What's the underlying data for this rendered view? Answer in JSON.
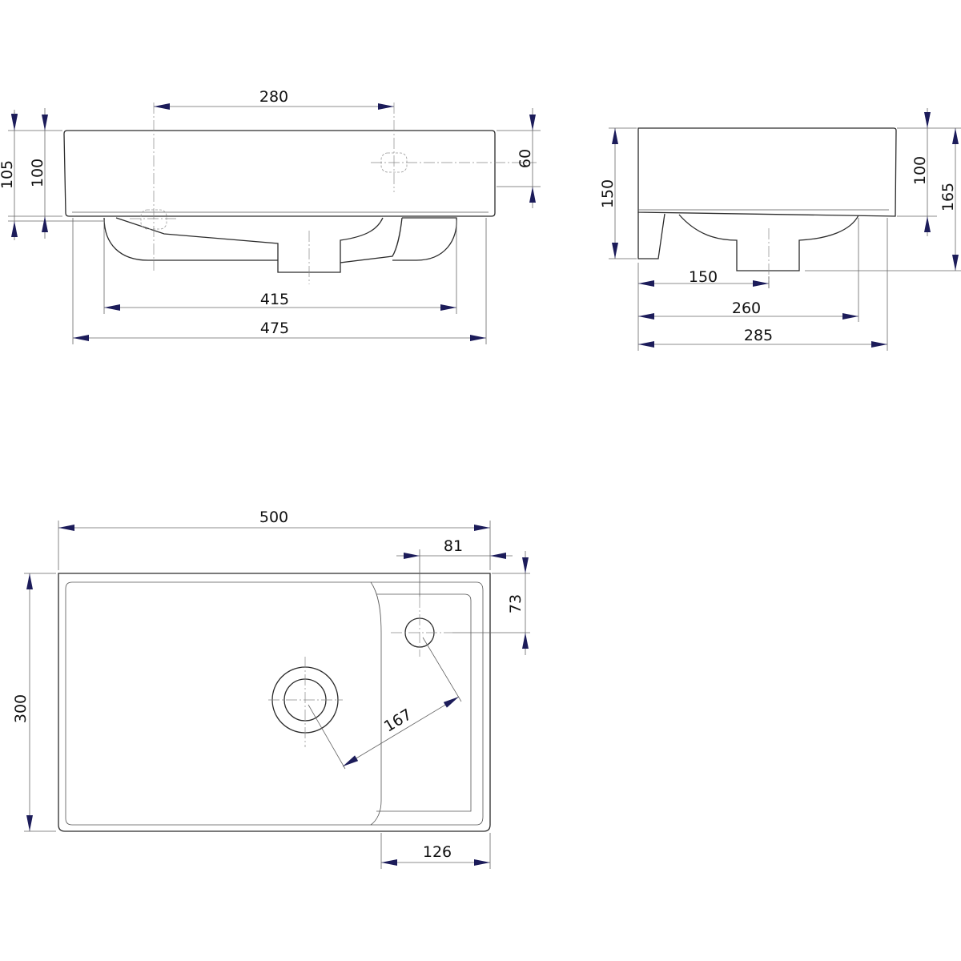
{
  "colors": {
    "outline": "#2b2b2b",
    "arrow": "#1c1c5a"
  },
  "front_view": {
    "dims": {
      "overall_height": "105",
      "rim_height": "100",
      "tap_spacing": "280",
      "overflow_height": "60",
      "bowl_width": "415",
      "overall_width": "475"
    }
  },
  "side_view": {
    "dims": {
      "leg_height": "150",
      "rim_height": "100",
      "overall_height": "165",
      "drain_offset": "150",
      "bowl_depth": "260",
      "overall_depth": "285"
    }
  },
  "top_view": {
    "dims": {
      "overall_width": "500",
      "tap_offset_x": "81",
      "tap_offset_y": "73",
      "overall_depth": "300",
      "shelf_width": "126",
      "drain_to_tap": "167"
    }
  }
}
